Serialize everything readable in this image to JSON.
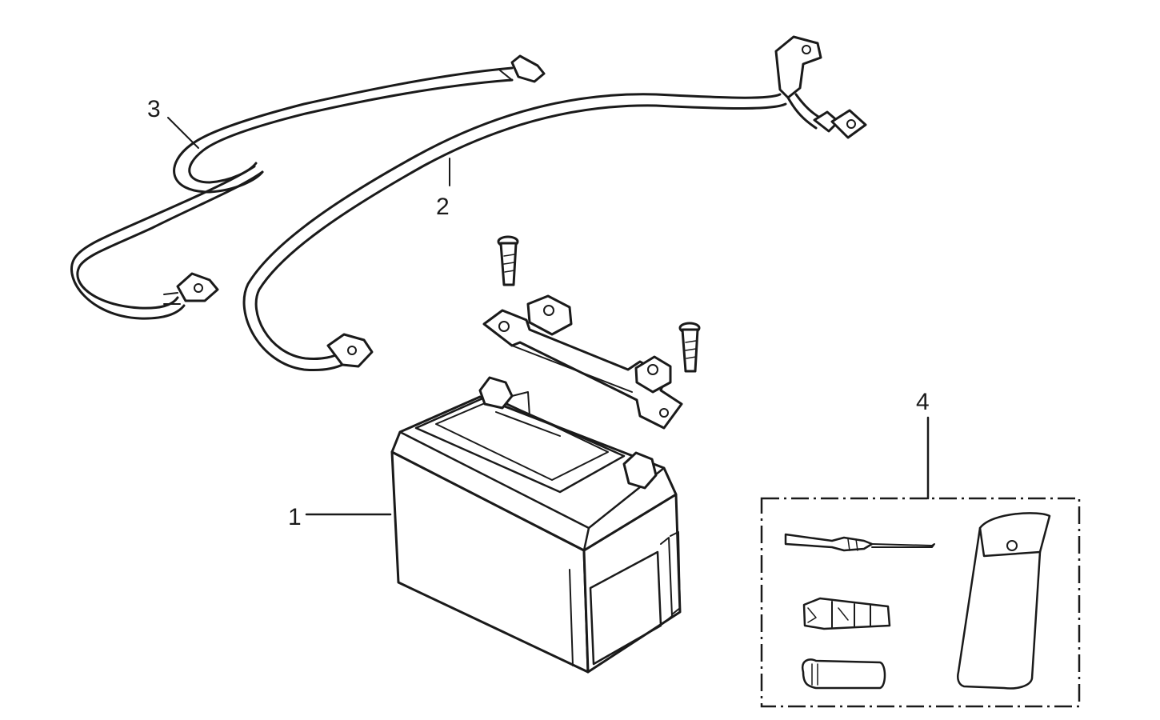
{
  "callouts": {
    "battery": "1",
    "positive_cable": "2",
    "negative_cable": "3",
    "tool_kit": "4"
  },
  "colors": {
    "ink": "#1a1a1a",
    "background": "#ffffff"
  }
}
